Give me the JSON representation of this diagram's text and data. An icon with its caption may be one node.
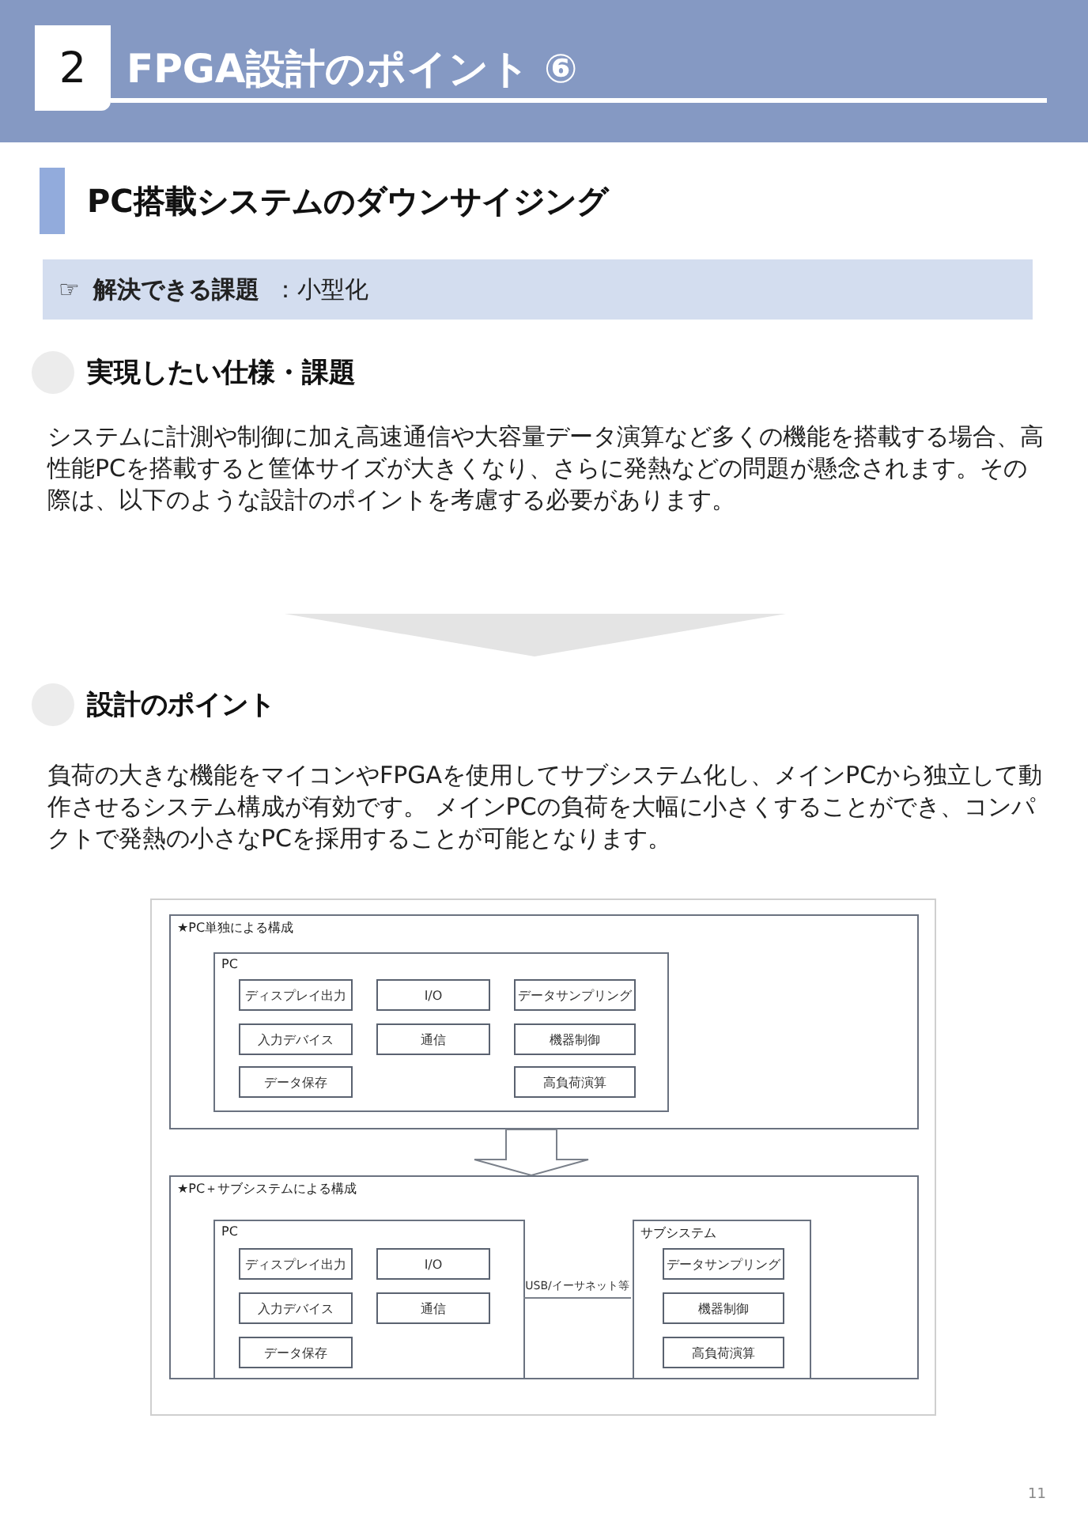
{
  "diagram": {
    "title": "FPGA設計のポイント ⑥",
    "nodes": [
      {
        "text": [
          "2"
        ]
      },
      {
        "text": [
          "☞ **解決できる課題** ：小型化"
        ]
      },
      {
        "text": [
          "★PC単独による構成"
        ]
      },
      {
        "text": [
          "PC"
        ],
        "in": 2
      },
      {
        "text": [
          "ディスプレイ出力"
        ],
        "in": 3
      },
      {
        "text": [
          "I/O"
        ],
        "in": 3
      },
      {
        "text": [
          "データサンプリング"
        ],
        "in": 3
      },
      {
        "text": [
          "入力デバイス"
        ],
        "in": 3
      },
      {
        "text": [
          "通信"
        ],
        "in": 3
      },
      {
        "text": [
          "機器制御"
        ],
        "in": 3
      },
      {
        "text": [
          "データ保存"
        ],
        "in": 3
      },
      {
        "text": [
          "高負荷演算"
        ],
        "in": 3
      },
      {
        "text": [
          "★PC＋サブシステムによる構成"
        ]
      },
      {
        "text": [
          "PC"
        ],
        "in": 12
      },
      {
        "text": [
          "ディスプレイ出力"
        ],
        "in": 13
      },
      {
        "text": [
          "I/O"
        ],
        "in": 13
      },
      {
        "text": [
          "入力デバイス"
        ],
        "in": 13
      },
      {
        "text": [
          "通信"
        ],
        "in": 13
      },
      {
        "text": [
          "データ保存"
        ],
        "in": 13
      },
      {
        "text": [
          "サブシステム"
        ],
        "in": 12
      },
      {
        "text": [
          "データサンプリング"
        ],
        "in": 19
      },
      {
        "text": [
          "機器制御"
        ],
        "in": 19
      },
      {
        "text": [
          "高負荷演算"
        ],
        "in": 19
      }
    ],
    "edges": [
      {
        "from": 2,
        "to": 12,
        "arrow": "to"
      },
      {
        "from": 13,
        "to": 19,
        "arrow": "none",
        "label": "USB/イーサネット等"
      }
    ],
    "labels": [
      "PC搭載システムのダウンサイジング",
      "実現したい仕様・課題",
      "システムに計測や制御に加え高速通信や大容量データ演算など多くの機能を搭載する場合、高性能PCを搭載すると筐体サイズが大きくなり、さらに発熱などの問題が懸念されます。その際は、以下のような設計のポイントを考慮する必要があります。",
      "設計のポイント",
      "負荷の大きな機能をマイコンやFPGAを使用してサブシステム化し、メインPCから独立して動作させるシステム構成が有効です。 メインPCの負荷を大幅に小さくすることができ、コンパクトで発熱の小さなPCを採用することが可能となります。",
      "11"
    ]
  }
}
